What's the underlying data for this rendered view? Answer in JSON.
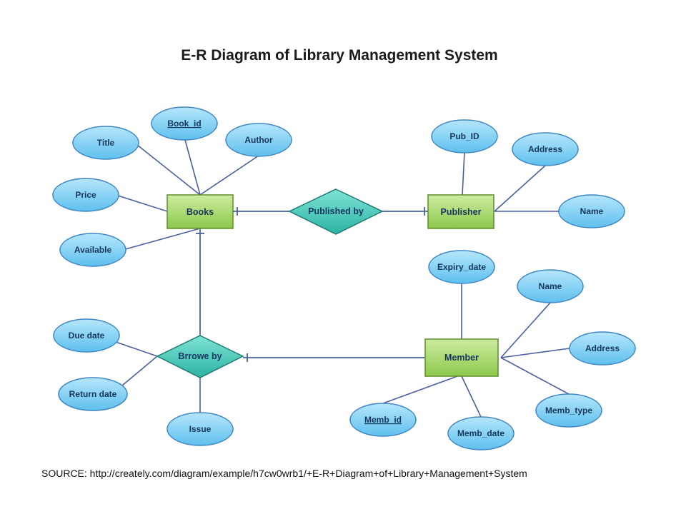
{
  "title": "E-R Diagram of Library Management System",
  "source": "SOURCE: http://creately.com/diagram/example/h7cw0wrb1/+E-R+Diagram+of+Library+Management+System",
  "colors": {
    "attribute_fill": "#7fd0f3",
    "attribute_stroke": "#3f86c4",
    "entity_fill": "#a8d86a",
    "entity_stroke": "#5e8c2a",
    "relationship_fill": "#3fc6b6",
    "relationship_stroke": "#1f7a72",
    "connector": "#4a5fa3"
  },
  "entities": {
    "books": "Books",
    "publisher": "Publisher",
    "member": "Member"
  },
  "relationships": {
    "published_by": "Published by",
    "borrowed_by": "Brrowe by"
  },
  "attributes": {
    "books": {
      "book_id": "Book_id",
      "title": "Title",
      "author": "Author",
      "price": "Price",
      "available": "Available"
    },
    "publisher": {
      "pub_id": "Pub_ID",
      "address": "Address",
      "name": "Name"
    },
    "member": {
      "expiry_date": "Expiry_date",
      "name": "Name",
      "address": "Address",
      "memb_type": "Memb_type",
      "memb_id": "Memb_id",
      "memb_date": "Memb_date"
    },
    "borrowed_by": {
      "due_date": "Due date",
      "return_date": "Return date",
      "issue": "Issue"
    }
  }
}
